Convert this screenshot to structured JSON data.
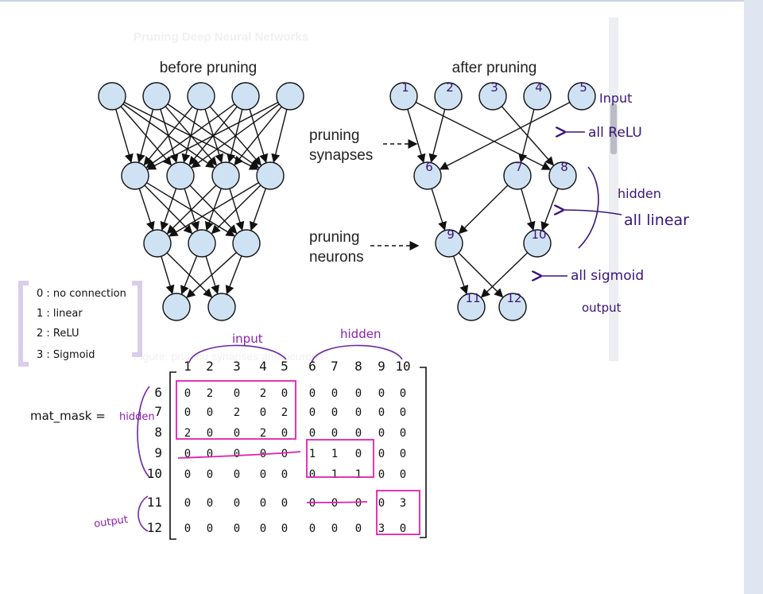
{
  "figure": {
    "faded_title": "Pruning Deep Neural Networks",
    "faded_caption": "Figure: pruning synapses and neurons",
    "before_label": "before pruning",
    "after_label": "after pruning",
    "pruning_synapses_line1": "pruning",
    "pruning_synapses_line2": "synapses",
    "pruning_neurons_line1": "pruning",
    "pruning_neurons_line2": "neurons",
    "after_node_numbers": [
      "1",
      "2",
      "3",
      "4",
      "5",
      "6",
      "7",
      "8",
      "9",
      "10",
      "11",
      "12"
    ]
  },
  "annotations": {
    "input": "Input",
    "all_relu": "all ReLU",
    "hidden": "hidden",
    "all_linear": "all linear",
    "all_sigmoid": "all sigmoid",
    "output": "output"
  },
  "legend": {
    "items": [
      "0 : no connection",
      "1 : linear",
      "2 : ReLU",
      "3 : Sigmoid"
    ]
  },
  "matrix": {
    "name": "mat_mask =",
    "group_input": "input",
    "group_hidden_top": "hidden",
    "group_hidden_side": "hidden",
    "group_output_side": "output",
    "col_headers": [
      "1",
      "2",
      "3",
      "4",
      "5",
      "6",
      "7",
      "8",
      "9",
      "10"
    ],
    "row_headers": [
      "6",
      "7",
      "8",
      "9",
      "10",
      "11",
      "12"
    ],
    "rows": [
      [
        "0",
        "2",
        "0",
        "2",
        "0",
        "0",
        "0",
        "0",
        "0",
        "0"
      ],
      [
        "0",
        "0",
        "2",
        "0",
        "2",
        "0",
        "0",
        "0",
        "0",
        "0"
      ],
      [
        "2",
        "0",
        "0",
        "2",
        "0",
        "0",
        "0",
        "0",
        "0",
        "0"
      ],
      [
        "0",
        "0",
        "0",
        "0",
        "0",
        "1",
        "1",
        "0",
        "0",
        "0"
      ],
      [
        "0",
        "0",
        "0",
        "0",
        "0",
        "0",
        "1",
        "1",
        "0",
        "0"
      ],
      [
        "0",
        "0",
        "0",
        "0",
        "0",
        "0",
        "0",
        "0",
        "0",
        "3"
      ],
      [
        "0",
        "0",
        "0",
        "0",
        "0",
        "0",
        "0",
        "0",
        "3",
        "0"
      ]
    ]
  },
  "colors": {
    "node_fill": "#cfe2f3",
    "ink": "#3a1478",
    "magenta": "#e020b0",
    "legend_bracket": "#d9cdeb"
  }
}
